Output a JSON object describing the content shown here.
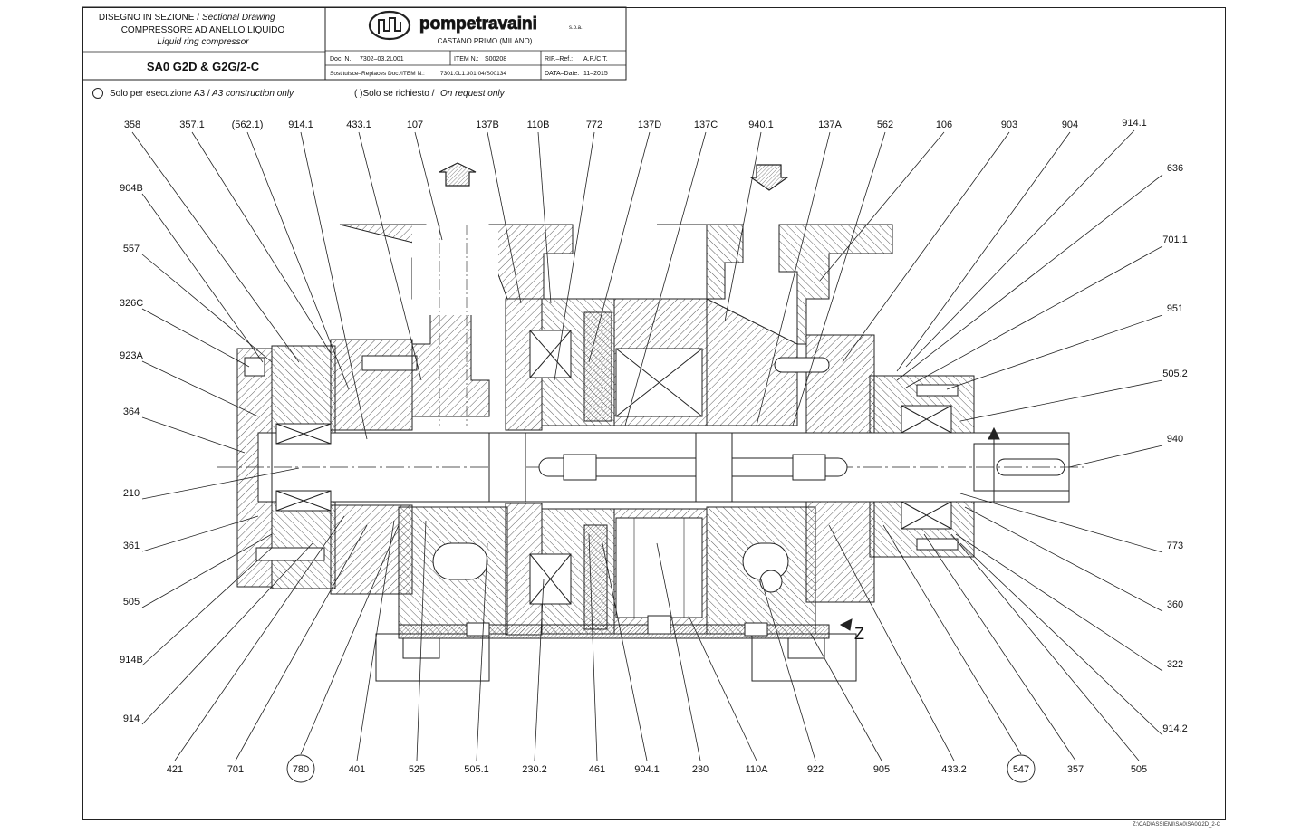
{
  "title_block": {
    "line1_it": "DISEGNO IN SEZIONE /",
    "line1_en": "Sectional Drawing",
    "line2": "COMPRESSORE AD ANELLO LIQUIDO",
    "line3": "Liquid ring compressor",
    "model": "SA0 G2D & G2G/2-C"
  },
  "logo": {
    "brand": "pompetravaini",
    "suffix": "s.p.a.",
    "location": "CASTANO PRIMO (MILANO)"
  },
  "doc_info": {
    "doc_label": "Doc. N.:",
    "doc_value": "7302–03.2L001",
    "item_label": "ITEM N.:",
    "item_value": "S00208",
    "ref_label": "RIF.–Ref.:",
    "ref_value": "A.P./C.T.",
    "replaces_label": "Sostituisce–Replaces Doc./ITEM N.:",
    "replaces_value": "7301.0L1.301.04/S00134",
    "date_label": "DATA–Date:",
    "date_value": "11–2015"
  },
  "notes": {
    "a3_it": "Solo per esecuzione A3 /",
    "a3_en": "A3 construction only",
    "request_it": "( )Solo se richiesto /",
    "request_en": "On request only"
  },
  "top_labels": [
    "358",
    "357.1",
    "(562.1)",
    "914.1",
    "433.1",
    "107",
    "137B",
    "110B",
    "772",
    "137D",
    "137C",
    "940.1",
    "137A",
    "562",
    "106",
    "903",
    "904",
    "914.1"
  ],
  "left_labels": [
    "904B",
    "557",
    "326C",
    "923A",
    "364",
    "210",
    "361",
    "505",
    "914B",
    "914"
  ],
  "right_labels": [
    "636",
    "701.1",
    "951",
    "505.2",
    "940",
    "773",
    "360",
    "322",
    "914.2"
  ],
  "bottom_labels": [
    "421",
    "701",
    "780",
    "401",
    "525",
    "505.1",
    "230.2",
    "461",
    "904.1",
    "230",
    "110A",
    "922",
    "905",
    "433.2",
    "547",
    "357",
    "505"
  ],
  "z_label": "Z",
  "footer_code": "Z:\\CAD\\ASSIEMI\\SA0\\SA0G2D_2-C"
}
